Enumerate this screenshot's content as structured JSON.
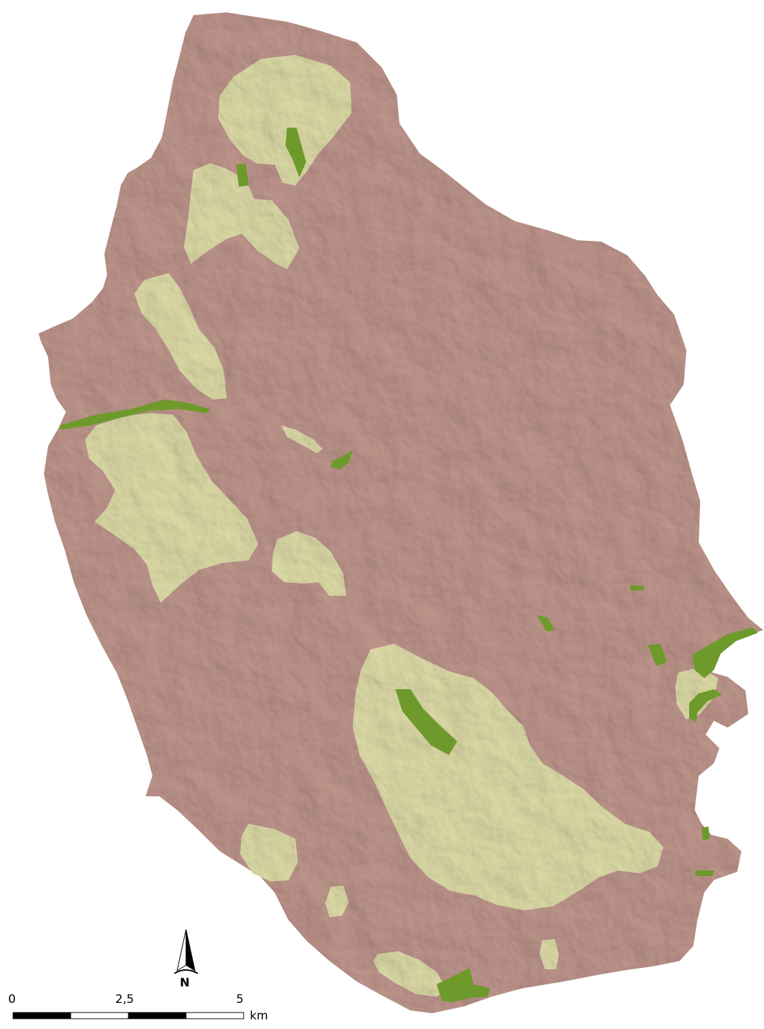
{
  "colors": {
    "background": "#ffffff",
    "land_base": "#c49a90",
    "land_shadow": "#a97f75",
    "land_highlight": "#d6b0a6",
    "class_light": "#e4e2ac",
    "class_light_highlight": "#eeedc4",
    "class_green": "#6d9a2a"
  },
  "legend_icons": [
    "north-arrow-icon"
  ],
  "north_arrow": {
    "label": "N"
  },
  "scale_bar": {
    "ticks": [
      "0",
      "2,5",
      "5"
    ],
    "unit": "km"
  }
}
